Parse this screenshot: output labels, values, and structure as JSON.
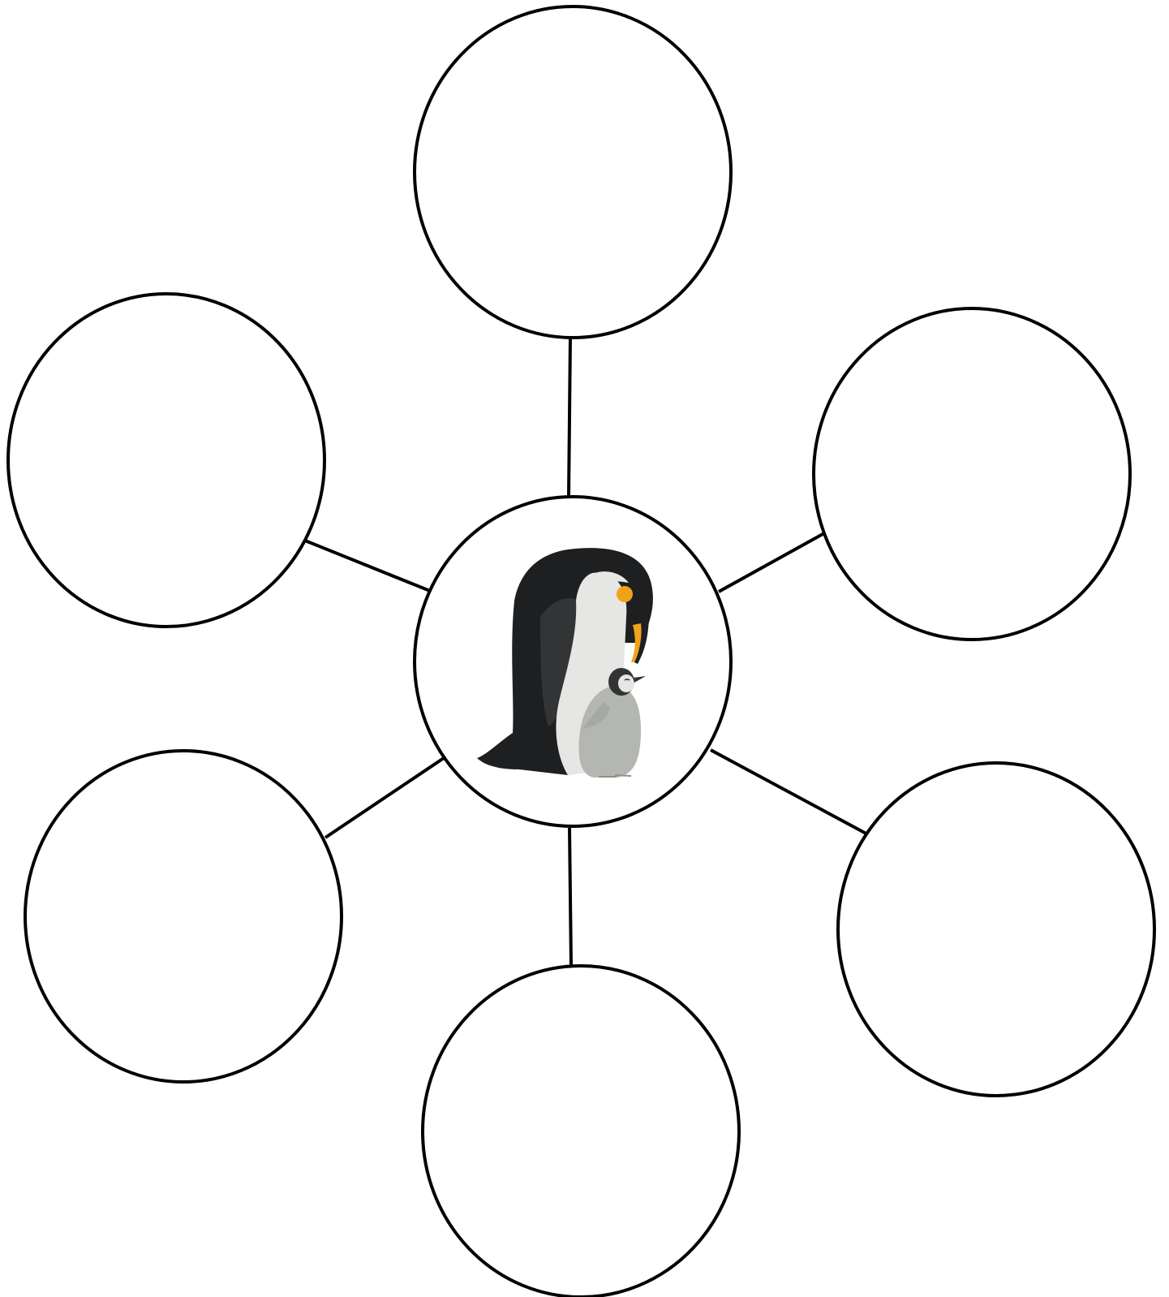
{
  "diagram": {
    "type": "bubble-map",
    "center": {
      "illustration": "penguin-parent-and-chick-icon",
      "label": ""
    },
    "outer_nodes": [
      {
        "id": "top",
        "label": ""
      },
      {
        "id": "upper-right",
        "label": ""
      },
      {
        "id": "lower-right",
        "label": ""
      },
      {
        "id": "bottom",
        "label": ""
      },
      {
        "id": "lower-left",
        "label": ""
      },
      {
        "id": "upper-left",
        "label": ""
      }
    ]
  },
  "colors": {
    "outline": "#000000",
    "background": "#ffffff",
    "penguin_black": "#1e1f21",
    "penguin_dark_gray": "#333436",
    "penguin_belly": "#e6e6e4",
    "penguin_orange": "#f2a21a",
    "chick_gray": "#b4b6b2",
    "chick_light": "#cfd1cd"
  }
}
